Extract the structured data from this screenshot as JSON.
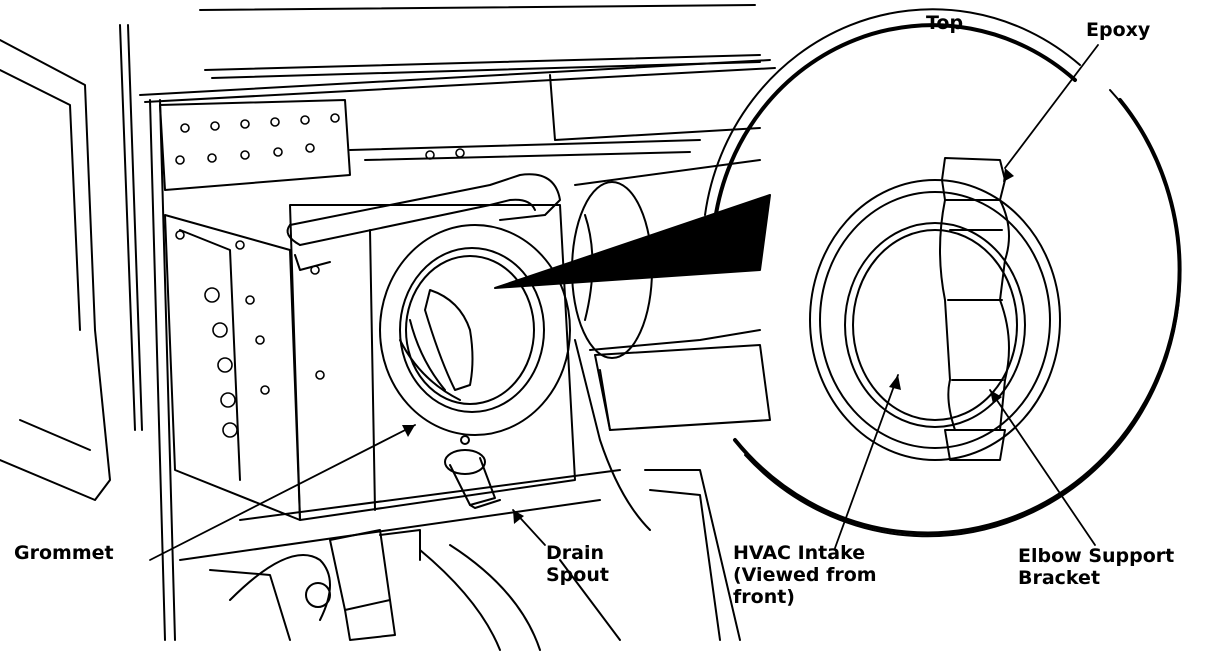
{
  "labels": {
    "top": "Top",
    "epoxy": "Epoxy",
    "grommet": "Grommet",
    "drain_spout": {
      "line1": "Drain",
      "line2": "Spout"
    },
    "hvac_intake": {
      "line1": "HVAC Intake",
      "line2": "(Viewed from",
      "line3": "front)"
    },
    "elbow_support_bracket": {
      "line1": "Elbow Support",
      "line2": "Bracket"
    }
  },
  "colors": {
    "ink": "#000000",
    "paper": "#ffffff"
  }
}
